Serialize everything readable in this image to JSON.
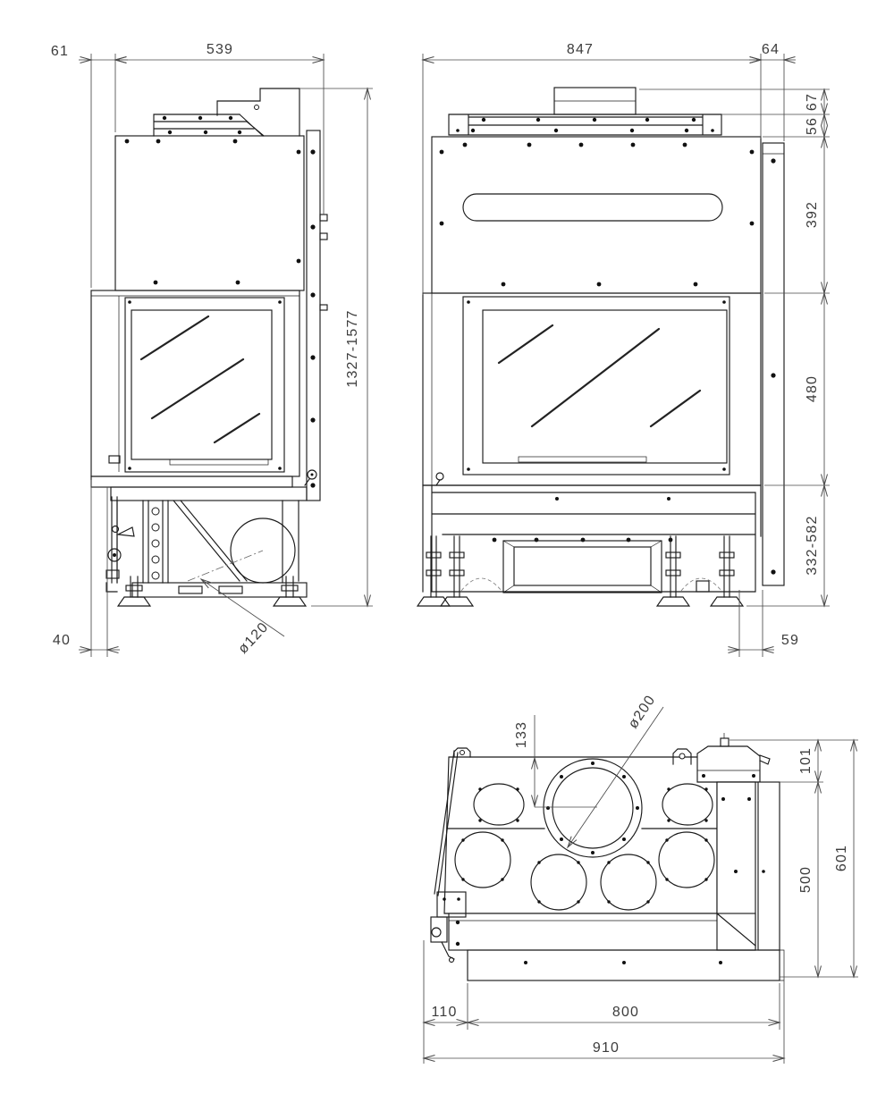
{
  "drawing": {
    "type": "technical-orthographic-drawing",
    "subject": "fireplace-insert-dimensions",
    "units": "mm"
  },
  "colors": {
    "line": "#1b1b1b",
    "dimension": "#4a4a4a",
    "text": "#3c3c3c",
    "background": "#ffffff"
  },
  "views": {
    "side": {
      "label": "side-view",
      "dims": {
        "offset_left": "61",
        "depth": "539",
        "height_range": "1327-1577",
        "front_gap": "40",
        "duct_diameter": "ø120"
      }
    },
    "front": {
      "label": "front-view",
      "dims": {
        "width": "847",
        "bracket": "64",
        "collar": "67",
        "top_band": "56",
        "upper_body": "392",
        "glass": "480",
        "base_range": "332-582",
        "foot_offset": "59"
      }
    },
    "top": {
      "label": "top-view",
      "dims": {
        "flue_center": "133",
        "flue_diameter": "ø200",
        "rear_depth": "101",
        "body_depth": "500",
        "total_depth": "601",
        "door_offset": "110",
        "body_width": "800",
        "total_width": "910"
      }
    }
  }
}
